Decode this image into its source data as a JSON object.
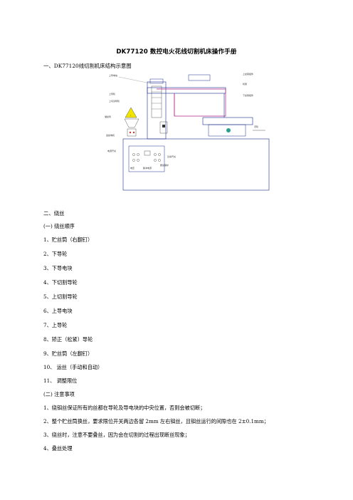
{
  "doc": {
    "title": "DK77120  数控电火花线切割机床操作手册",
    "section1": "一、DK77120线切割机床结构示意图",
    "section2": "二、绕丝",
    "sub1": "(一) 绕丝顺序",
    "steps": [
      "1、贮丝筒（右翻钉）",
      "2、下导轮",
      "3、下导电块",
      "4、下切割导轮",
      "5、上切割导轮",
      "6、上导电块",
      "7、上导轮",
      "8、矫正（松紧）导轮",
      "9、贮丝筒（左翻钉）",
      "10、      运丝（手动和自动）",
      "11、      调整限位"
    ],
    "sub2": "(二) 注意事项",
    "notes": [
      "1、绕钼丝保证所有的丝都在导轮及导电块的中央位置，否则会被切断；",
      "2、整个贮丝筒换丝，要求限位开关两边各留 2mm 左右钼丝，且钼丝运行的间隙也在 2±0.1mm；",
      "3、绕丝时，注意不要叠丝，因为会在切割的过程出现断丝现象；",
      "4、叠丝处理"
    ]
  },
  "colors": {
    "wire": "#b0208a",
    "frame": "#1a2b8c",
    "warning": "#f2e600",
    "knob": "#2a9d8f"
  }
}
